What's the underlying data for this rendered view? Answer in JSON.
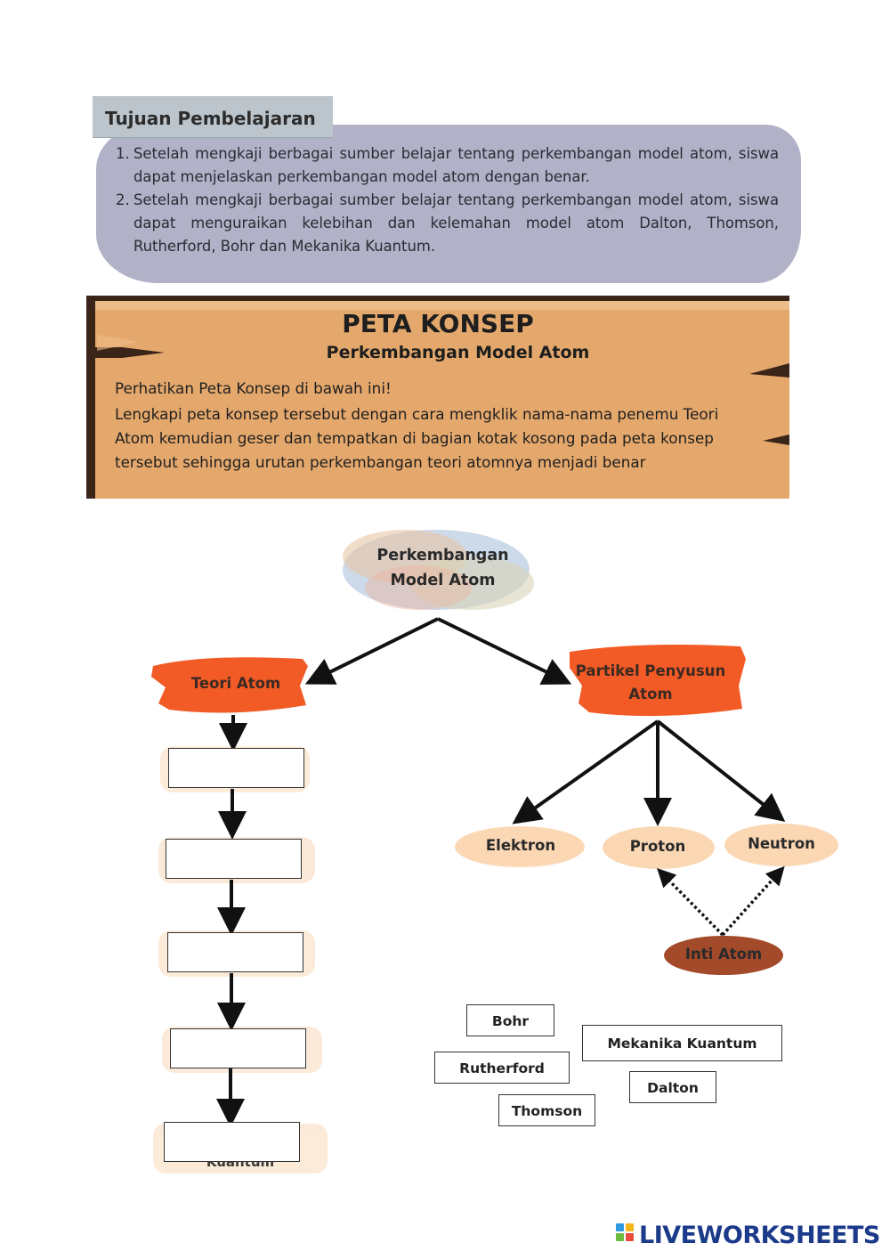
{
  "tujuan": {
    "title": "Tujuan Pembelajaran",
    "items": [
      {
        "num": "1.",
        "text": "Setelah mengkaji berbagai sumber belajar tentang perkembangan model atom, siswa dapat menjelaskan perkembangan model atom dengan benar."
      },
      {
        "num": "2.",
        "text": "Setelah mengkaji berbagai sumber belajar tentang perkembangan model atom, siswa dapat menguraikan kelebihan dan kelemahan model atom Dalton, Thomson, Rutherford, Bohr dan  Mekanika Kuantum."
      }
    ]
  },
  "peta": {
    "title": "PETA KONSEP",
    "subtitle": "Perkembangan Model Atom",
    "instruction_1": "Perhatikan Peta Konsep di bawah ini!",
    "instruction_2": "Lengkapi peta konsep tersebut dengan cara mengklik nama-nama penemu Teori Atom kemudian geser dan tempatkan di bagian kotak kosong pada peta konsep tersebut sehingga urutan perkembangan teori atomnya menjadi benar"
  },
  "diagram": {
    "root": "Perkembangan Model Atom",
    "teori": "Teori Atom",
    "partikel": "Partikel Penyusun Atom",
    "elektron": "Elektron",
    "proton": "Proton",
    "neutron": "Neutron",
    "inti": "Inti Atom",
    "hidden_hint": "Kuantum"
  },
  "tiles": {
    "bohr": "Bohr",
    "mekanika": "Mekanika Kuantum",
    "rutherford": "Rutherford",
    "dalton": "Dalton",
    "thomson": "Thomson"
  },
  "colors": {
    "tujuan_bg": "#b1b1c8",
    "banner_bg": "#e5a86c",
    "teori_fill": "#f25a26",
    "particle_fill": "#fbd7b4",
    "inti_fill": "#a34a2a"
  },
  "footer": {
    "logo_text": "LIVEWORKSHEETS"
  }
}
